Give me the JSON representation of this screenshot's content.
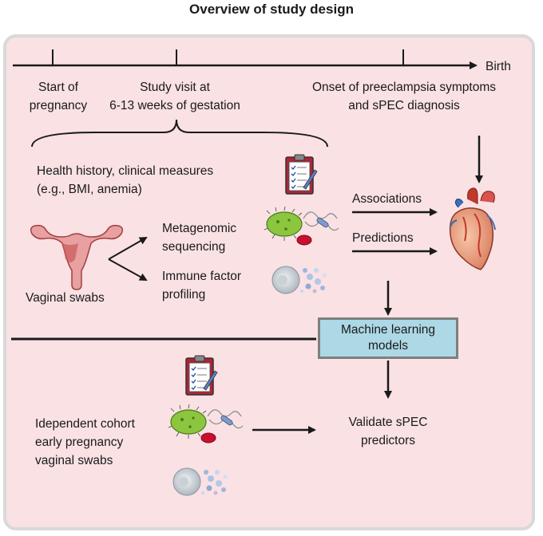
{
  "title": "Overview of study design",
  "timeline": {
    "end_label": "Birth",
    "milestones": [
      {
        "line1": "Start of",
        "line2": "pregnancy"
      },
      {
        "line1": "Study visit at",
        "line2": "6-13 weeks of gestation"
      },
      {
        "line1": "Onset of preeclampsia symptoms",
        "line2": "and sPEC diagnosis"
      }
    ]
  },
  "health": {
    "line1": "Health history, clinical measures",
    "line2": "(e.g., BMI, anemia)"
  },
  "swabs_label": "Vaginal swabs",
  "assays": {
    "metagenomic": {
      "line1": "Metagenomic",
      "line2": "sequencing"
    },
    "immune": {
      "line1": "Immune factor",
      "line2": "profiling"
    }
  },
  "arrows": {
    "associations": "Associations",
    "predictions": "Predictions"
  },
  "ml": {
    "line1": "Machine learning",
    "line2": "models"
  },
  "cohort": {
    "line1": "Idependent cohort",
    "line2": "early pregnancy",
    "line3": "vaginal swabs"
  },
  "validate": {
    "line1": "Validate sPEC",
    "line2": "predictors"
  },
  "icons": [
    "clipboard-icon",
    "uterus-icon",
    "bacteria-icon",
    "immune-cells-icon",
    "heart-icon"
  ],
  "colors": {
    "panel": "#f9e1e4",
    "ml_box": "#add8e6",
    "bacteria_green": "#8cc63f",
    "bacteria_red": "#c8102e"
  }
}
